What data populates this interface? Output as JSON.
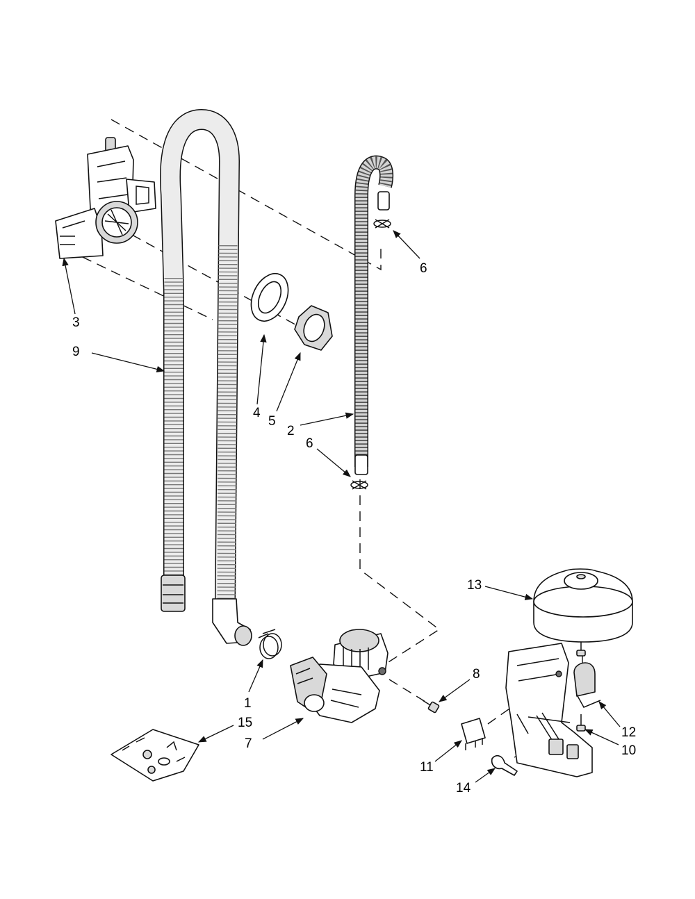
{
  "callouts": [
    {
      "id": "1",
      "text": "1"
    },
    {
      "id": "2",
      "text": "2"
    },
    {
      "id": "3",
      "text": "3"
    },
    {
      "id": "4",
      "text": "4"
    },
    {
      "id": "5",
      "text": "5"
    },
    {
      "id": "6a",
      "text": "6"
    },
    {
      "id": "6b",
      "text": "6"
    },
    {
      "id": "7",
      "text": "7"
    },
    {
      "id": "8",
      "text": "8"
    },
    {
      "id": "9",
      "text": "9"
    },
    {
      "id": "10",
      "text": "10"
    },
    {
      "id": "11",
      "text": "11"
    },
    {
      "id": "12",
      "text": "12"
    },
    {
      "id": "13",
      "text": "13"
    },
    {
      "id": "14",
      "text": "14"
    },
    {
      "id": "15",
      "text": "15"
    }
  ]
}
